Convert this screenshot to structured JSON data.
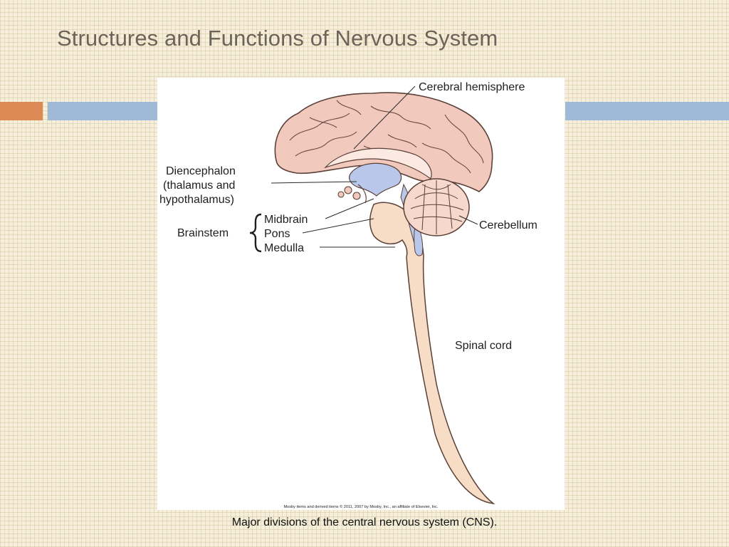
{
  "slide": {
    "title": "Structures and Functions of Nervous System",
    "caption": "Major divisions of the central nervous system (CNS)."
  },
  "diagram": {
    "labels": {
      "cerebral_hemisphere": "Cerebral hemisphere",
      "diencephalon_line1": "Diencephalon",
      "diencephalon_line2": "(thalamus and",
      "diencephalon_line3": "hypothalamus)",
      "brainstem": "Brainstem",
      "midbrain": "Midbrain",
      "pons": "Pons",
      "medulla": "Medulla",
      "cerebellum": "Cerebellum",
      "spinal_cord": "Spinal cord"
    },
    "credit": "Mosby items and derived items © 2011, 2007 by Mosby, Inc., an affiliate of Elsevier, Inc."
  },
  "colors": {
    "cerebrum": "#f1c9bd",
    "brainstem": "#f8ddc6",
    "ventricle": "#b9c7ea",
    "accent_orange": "#dc8a55",
    "accent_blue": "#9fbad7"
  }
}
